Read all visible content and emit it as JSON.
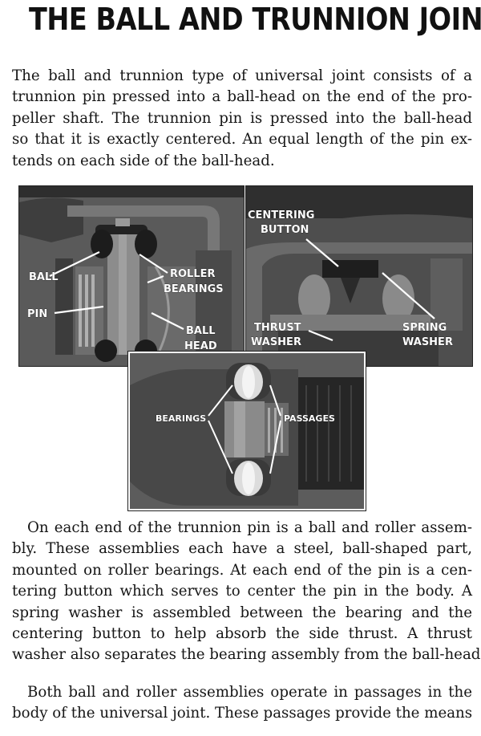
{
  "document": {
    "title": "THE BALL AND TRUNNION JOINT",
    "paragraph_1_lines": [
      "The ball and trunnion type of universal joint consists of a",
      "trunnion pin pressed into a ball-head on the end of the pro-",
      "peller shaft. The trunnion pin is pressed into the ball-head",
      "so that it is exactly centered. An equal length of the pin ex-",
      "tends on each side of the ball-head."
    ],
    "paragraph_2_lines": [
      "On each end of the trunnion pin is a ball and roller assem-",
      "bly. These assemblies each have a steel, ball-shaped part,",
      "mounted on roller bearings. At each end of the pin is a cen-",
      "tering button which serves to center the pin in the body. A",
      "spring washer is assembled between the bearing and the",
      "centering button to help absorb the side thrust. A thrust",
      "washer also separates the bearing assembly from the ball-head."
    ],
    "paragraph_3_lines": [
      "Both ball and roller assemblies operate in passages in the",
      "body of the universal joint. These passages provide the means"
    ]
  },
  "figure": {
    "left_photo": {
      "label_ball": "BALL",
      "label_roller": "ROLLER",
      "label_bearings": "BEARINGS",
      "label_pin": "PIN",
      "label_ball2": "BALL",
      "label_head": "HEAD"
    },
    "right_photo": {
      "label_centering": "CENTERING",
      "label_button": "BUTTON",
      "label_thrust": "THRUST",
      "label_washer": "WASHER",
      "label_spring": "SPRING",
      "label_washer2": "WASHER"
    },
    "bottom_photo": {
      "label_bearings": "BEARINGS",
      "label_passages": "PASSAGES"
    }
  }
}
